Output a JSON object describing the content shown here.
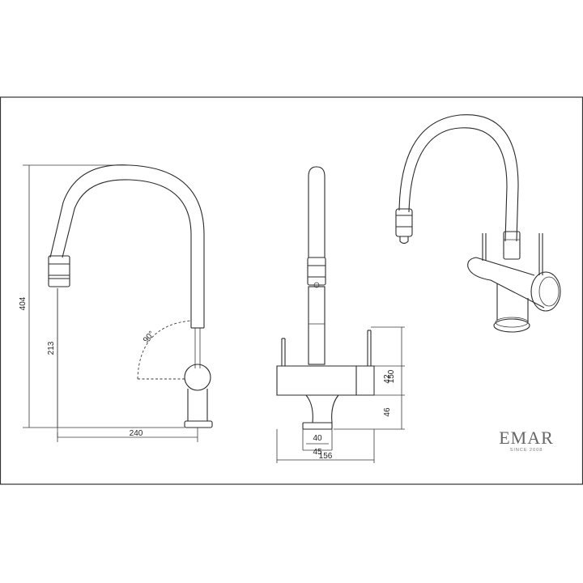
{
  "dimensions": {
    "side_total_height": "404",
    "side_spout_height": "213",
    "side_reach": "240",
    "rotation_angle": "90°",
    "front_lever_height": "150",
    "front_body_height": "42",
    "front_base_height": "46",
    "front_base_inner": "40",
    "front_base_outer": "45",
    "front_total_width": "156"
  },
  "brand": {
    "name": "EMAR",
    "tagline": "SINCE 2008"
  },
  "colors": {
    "line": "#2a2a2a",
    "frame": "#333333",
    "brand": "#666666"
  }
}
